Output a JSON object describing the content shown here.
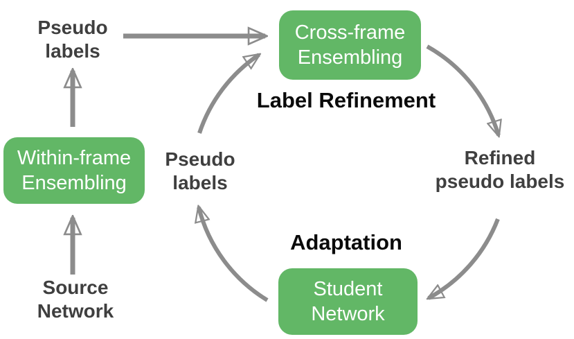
{
  "colors": {
    "box_green": "#62b766",
    "box_text": "#ffffff",
    "label_gray": "#3f3f3f",
    "stage_black": "#0a0a0a",
    "arrow_gray": "#8c8c8c"
  },
  "boxes": {
    "within": {
      "line1": "Within-frame",
      "line2": "Ensembling"
    },
    "cross": {
      "line1": "Cross-frame",
      "line2": "Ensembling"
    },
    "student": {
      "line1": "Student",
      "line2": "Network"
    }
  },
  "labels": {
    "pseudo_top": {
      "line1": "Pseudo",
      "line2": "labels"
    },
    "pseudo_center": {
      "line1": "Pseudo",
      "line2": "labels"
    },
    "refined": {
      "line1": "Refined",
      "line2": "pseudo labels"
    },
    "source": {
      "line1": "Source",
      "line2": "Network"
    },
    "refinement_stage": "Label Refinement",
    "adaptation_stage": "Adaptation"
  },
  "arrows": [
    {
      "name": "arrow-pseudo-top-to-cross-frame",
      "from": "pseudo_top",
      "to": "cross",
      "shape": "straight-horizontal"
    },
    {
      "name": "arrow-within-frame-to-pseudo-top",
      "from": "within",
      "to": "pseudo_top",
      "shape": "straight-vertical"
    },
    {
      "name": "arrow-source-to-within-frame",
      "from": "source",
      "to": "within",
      "shape": "straight-vertical"
    },
    {
      "name": "arrow-pseudo-center-to-cross-frame",
      "from": "pseudo_center",
      "to": "cross",
      "shape": "arc"
    },
    {
      "name": "arrow-cross-frame-to-refined",
      "from": "cross",
      "to": "refined",
      "shape": "arc"
    },
    {
      "name": "arrow-refined-to-student-network",
      "from": "refined",
      "to": "student",
      "shape": "arc"
    },
    {
      "name": "arrow-student-network-to-pseudo-center",
      "from": "student",
      "to": "pseudo_center",
      "shape": "arc"
    }
  ]
}
